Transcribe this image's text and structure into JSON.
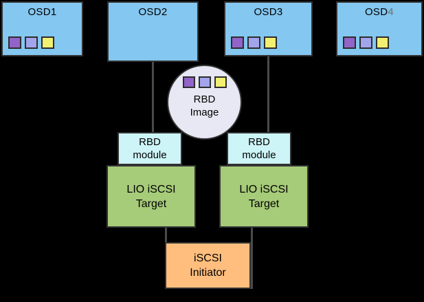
{
  "palette": {
    "background": "#000000",
    "osd_fill": "#84C7F0",
    "module_fill": "#CDF4F6",
    "target_fill": "#A6CB79",
    "initiator_fill": "#FFBE7E",
    "image_fill": "#E7E8F3",
    "node_border": "#333333",
    "connector": "#4A4A4A",
    "square_purple": "#9263C8",
    "square_periwinkle": "#A2A5EC",
    "square_yellow": "#F2EF71",
    "osd4_digit_color": "#6F6F6F"
  },
  "osds": [
    {
      "label": "OSD1",
      "suffix": "",
      "has_squares": true
    },
    {
      "label": "OSD2",
      "suffix": "",
      "has_squares": false
    },
    {
      "label": "OSD3",
      "suffix": "",
      "has_squares": true
    },
    {
      "label": "OSD",
      "suffix": "4",
      "has_squares": true
    }
  ],
  "rbd_image": {
    "line1": "RBD",
    "line2": "Image"
  },
  "rbd_modules": [
    {
      "line1": "RBD",
      "line2": "module"
    },
    {
      "line1": "RBD",
      "line2": "module"
    }
  ],
  "iscsi_targets": [
    {
      "line1": "LIO iSCSI",
      "line2": "Target"
    },
    {
      "line1": "LIO iSCSI",
      "line2": "Target"
    }
  ],
  "iscsi_initiator": {
    "line1": "iSCSI",
    "line2": "Initiator"
  },
  "square_icons": [
    "purple-square",
    "periwinkle-square",
    "yellow-square"
  ]
}
